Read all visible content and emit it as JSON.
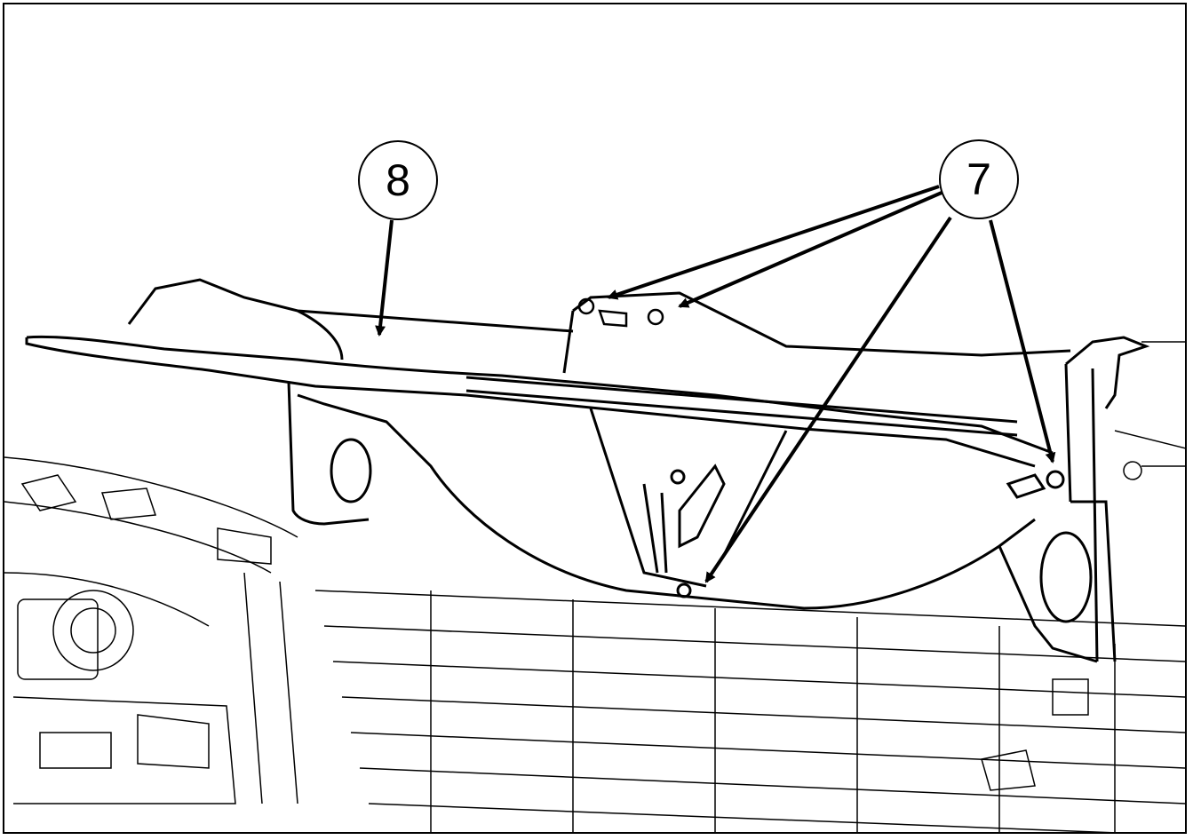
{
  "callouts": [
    {
      "id": "8",
      "label": "8"
    },
    {
      "id": "7",
      "label": "7"
    }
  ],
  "colors": {
    "line": "#000000",
    "background": "#ffffff"
  }
}
